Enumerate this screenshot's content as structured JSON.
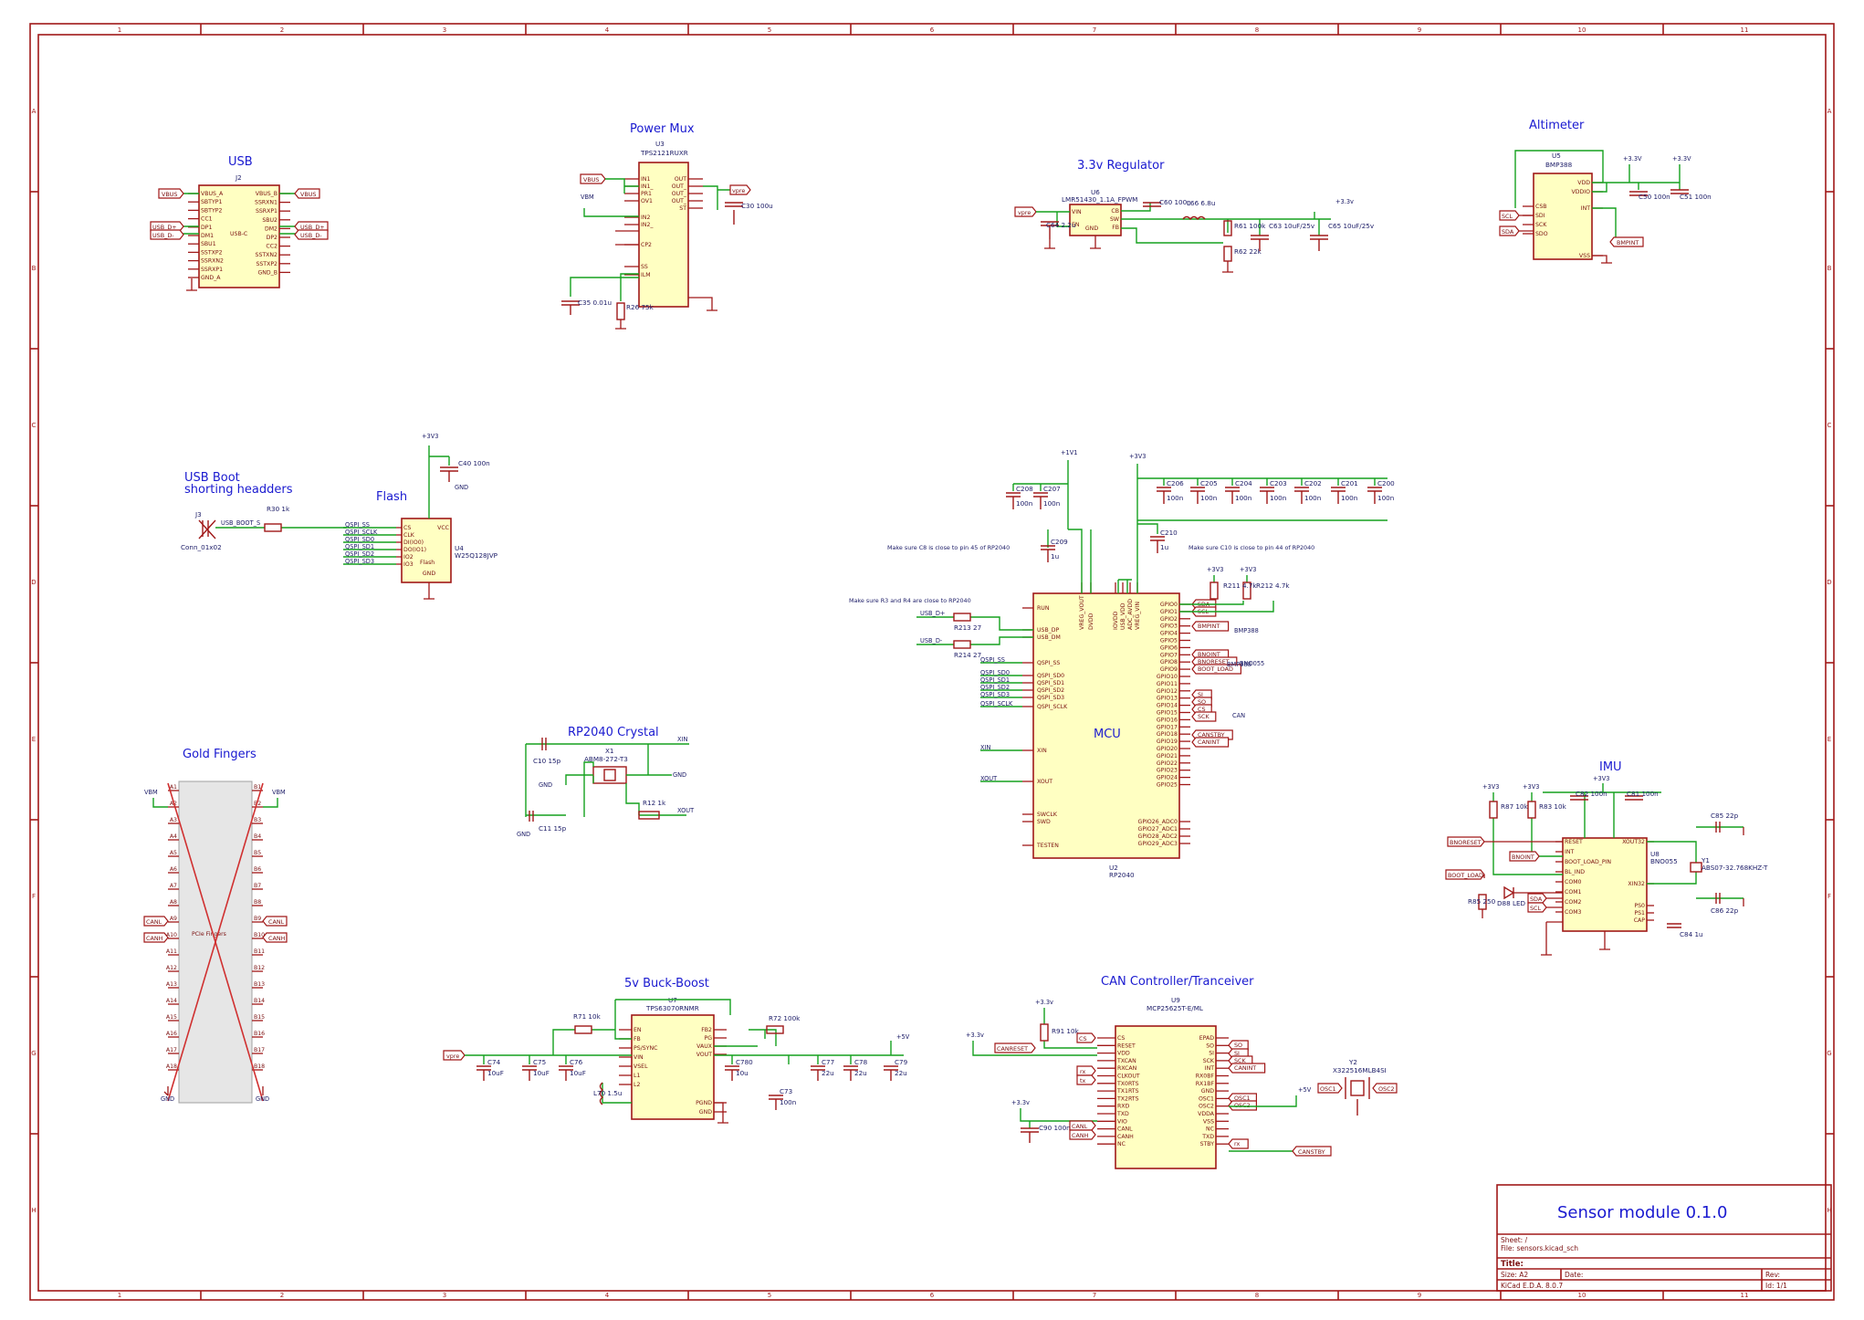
{
  "sections": {
    "usb": "USB",
    "power_mux": "Power Mux",
    "regulator": "3.3v Regulator",
    "altimeter": "Altimeter",
    "usb_boot_line1": "USB Boot",
    "usb_boot_line2": "shorting headders",
    "flash": "Flash",
    "gold_fingers": "Gold Fingers",
    "rp2040_crystal": "RP2040 Crystal",
    "mcu": "MCU",
    "imu": "IMU",
    "buck_boost": "5v Buck-Boost",
    "can": "CAN Controller/Tranceiver"
  },
  "components": {
    "j2": {
      "ref": "J2",
      "value": "USB-C"
    },
    "u3": {
      "ref": "U3",
      "value": "TPS2121RUXR"
    },
    "u6": {
      "ref": "U6",
      "value": "LMR51430_1.1A_FPWM"
    },
    "u5": {
      "ref": "U5",
      "value": "BMP388"
    },
    "u4": {
      "ref": "U4",
      "value": "W25Q128JVP",
      "body": "Flash"
    },
    "u2": {
      "ref": "U2",
      "value": "RP2040"
    },
    "x1": {
      "ref": "X1",
      "value": "ABM8-272-T3"
    },
    "u8": {
      "ref": "U8",
      "value": "BNO055"
    },
    "y1": {
      "ref": "Y1",
      "value": "ABS07-32.768KHZ-T"
    },
    "u7": {
      "ref": "U7",
      "value": "TPS63070RNMR"
    },
    "u9": {
      "ref": "U9",
      "value": "MCP25625T-E/ML"
    },
    "y2": {
      "ref": "Y2",
      "value": "X322516MLB4SI"
    },
    "j3": {
      "ref": "J3",
      "value": "Conn_01x02"
    },
    "pcie": {
      "value": "PCIe Fingers"
    }
  },
  "passives": {
    "c30": "C30 100u",
    "c35": "C35 0.01u",
    "r26": "R26 75k",
    "c64": "C64 2.2u",
    "c60": "C60 100n",
    "l66": "L66 6.8u",
    "r61": "R61 100k",
    "r62": "R62 22k",
    "c63": "C63 10uF/25v",
    "c65": "C65 10uF/25v",
    "c50": "C50 100n",
    "c51": "C51 100n",
    "c40": "C40 100n",
    "r30": "R30 1k",
    "c208": "C208 100n",
    "c207": "C207 100n",
    "c209": "C209 1u",
    "c210": "C210 1u",
    "c206": "C206 100n",
    "c205": "C205 100n",
    "c204": "C204 100n",
    "c203": "C203 100n",
    "c202": "C202 100n",
    "c201": "C201 100n",
    "c200": "C200 100n",
    "r211": "R211 4.7k",
    "r212": "R212 4.7k",
    "r213": "R213 27",
    "r214": "R214 27",
    "c10": "C10 15p",
    "c11": "C11 15p",
    "r12": "R12 1k",
    "r87": "R87 10k",
    "r83": "R83 10k",
    "c82": "C82 100n",
    "c81": "C81 100n",
    "c85": "C85 22p",
    "c86": "C86 22p",
    "c84": "C84 1u",
    "r85": "R85 250",
    "d88": "D88 LED",
    "r71": "R71 10k",
    "r72": "R72 100k",
    "c74": "C74 10uF",
    "c75": "C75 10uF",
    "c76": "C76 10uF",
    "c780": "C780 10u",
    "c73": "C73 100n",
    "c77": "C77 22u",
    "c78": "C78 22u",
    "c79": "C79 22u",
    "l70": "L70 1.5u",
    "r91": "R91 10k",
    "c90": "C90 100n"
  },
  "nets": {
    "vbus": "VBUS",
    "usb_dp": "USB_D+",
    "usb_dm": "USB_D-",
    "vpre": "vpre",
    "vbm": "VBM",
    "p3v3": "+3.3V",
    "p3v3_low": "+3.3v",
    "p3v3_alt": "+3V3",
    "p1v1": "+1V1",
    "p5v": "+5V",
    "gnd": "GND",
    "scl": "SCL",
    "sda": "SDA",
    "bmpint": "BMPINT",
    "qspi_ss": "QSPI_SS",
    "qspi_sclk": "QSPI_SCLK",
    "qspi_sd0": "QSPI_SD0",
    "qspi_sd1": "QSPI_SD1",
    "qspi_sd2": "QSPI_SD2",
    "qspi_sd3": "QSPI_SD3",
    "usb_boot_s": "USB_BOOT_S",
    "xin": "XIN",
    "xout": "XOUT",
    "bnoint": "BNOINT",
    "bnoreset": "BNORESET",
    "boot_load": "BOOT_LOAD",
    "si": "SI",
    "so": "SO",
    "cs": "CS",
    "sck": "SCK",
    "canstby": "CANSTBY",
    "canint": "CANINT",
    "canreset": "CANRESET",
    "canl": "CANL",
    "canh": "CANH",
    "osc1": "OSC1",
    "osc2": "OSC2",
    "mcu_bmp388": "BMP388",
    "mcu_bno055": "BNO055",
    "mcu_can": "CAN",
    "rx": "rx",
    "tx": "tx"
  },
  "notes": {
    "c8_note": "Make sure C8 is close to pin 45 of RP2040",
    "c10_note": "Make sure C10 is close to pin 44 of RP2040",
    "r3r4_note": "Make sure R3 and R4 are close to RP2040"
  },
  "rp2040_left_pins": [
    "RUN",
    "USB_DP",
    "USB_DM",
    "QSPI_SS",
    "QSPI_SD0",
    "QSPI_SD1",
    "QSPI_SD2",
    "QSPI_SD3",
    "QSPI_SCLK",
    "XIN",
    "XOUT",
    "SWCLK",
    "SWD",
    "TESTEN"
  ],
  "rp2040_top_pins": [
    "VREG_VOUT",
    "DVDD",
    "IOVDD",
    "USB_VDD",
    "ADC_AVDD",
    "VREG_VIN"
  ],
  "rp2040_right_pins": [
    "GPIO0",
    "GPIO1",
    "GPIO2",
    "GPIO3",
    "GPIO4",
    "GPIO5",
    "GPIO6",
    "GPIO7",
    "GPIO8",
    "GPIO9",
    "GPIO10",
    "GPIO11",
    "GPIO12",
    "GPIO13",
    "GPIO14",
    "GPIO15",
    "GPIO16",
    "GPIO17",
    "GPIO18",
    "GPIO19",
    "GPIO20",
    "GPIO21",
    "GPIO22",
    "GPIO23",
    "GPIO24",
    "GPIO25",
    "GPIO26_ADC0",
    "GPIO27_ADC1",
    "GPIO28_ADC2",
    "GPIO29_ADC3"
  ],
  "usb_left_pins": [
    "VBUS_A",
    "SBTYP1",
    "SBTYP2",
    "CC1",
    "DP1",
    "DM1",
    "SBU1",
    "SSTXP2",
    "SSRXN2",
    "SSRXP1",
    "GND_A"
  ],
  "usb_right_pins": [
    "VBUS_B",
    "SSRXN1",
    "SSRXP1",
    "SBU2",
    "DM2",
    "DP2",
    "CC2",
    "SSTXN2",
    "SSTXP2",
    "GND_B"
  ],
  "u3_left_pins": [
    "IN1",
    "IN1_",
    "PR1",
    "OV1",
    "IN2",
    "IN2_",
    "CP2",
    "SS",
    "ILM"
  ],
  "u3_right_pins": [
    "OUT",
    "OUT_",
    "OUT_",
    "OUT_",
    "ST"
  ],
  "u6_pins": [
    "VIN",
    "EN",
    "GND",
    "CB",
    "SW",
    "FB"
  ],
  "u5_pins": [
    "VDD",
    "VDDIO",
    "CSB",
    "SDI",
    "SCK",
    "SDO",
    "INT",
    "VSS"
  ],
  "u4_pins": [
    "CS",
    "CLK",
    "DI(IO0)",
    "DO(IO1)",
    "IO2",
    "IO3",
    "VCC",
    "GND"
  ],
  "u8_left_pins": [
    "RESET",
    "INT",
    "BOOT_LOAD_PIN",
    "BL_IND",
    "COM0",
    "COM1",
    "COM2",
    "COM3"
  ],
  "u8_right_pins": [
    "XOUT32",
    "XIN32",
    "PS0",
    "PS1",
    "CAP"
  ],
  "u7_left_pins": [
    "EN",
    "FB",
    "PS/SYNC",
    "VIN",
    "VSEL",
    "L1",
    "L2"
  ],
  "u7_right_pins": [
    "FB2",
    "PG",
    "VAUX",
    "VOUT",
    "PGND",
    "GND"
  ],
  "u9_left_pins": [
    "CS",
    "RESET",
    "VDD",
    "TXCAN",
    "RXCAN",
    "CLKOUT",
    "TX0RTS",
    "TX1RTS",
    "TX2RTS",
    "RXD",
    "TXD",
    "VIO",
    "CANL",
    "CANH",
    "NC"
  ],
  "u9_right_pins": [
    "EPAD",
    "SO",
    "SI",
    "SCK",
    "INT",
    "RX0BF",
    "RX1BF",
    "GND",
    "OSC1",
    "OSC2",
    "VDDA",
    "VSS",
    "NC",
    "TXD",
    "STBY"
  ],
  "gold_pins_left": [
    "A1",
    "A2",
    "A3",
    "A4",
    "A5",
    "A6",
    "A7",
    "A8",
    "A9",
    "A10",
    "A11",
    "A12",
    "A13",
    "A14",
    "A15",
    "A16",
    "A17",
    "A18"
  ],
  "gold_pins_right": [
    "B1",
    "B2",
    "B3",
    "B4",
    "B5",
    "B6",
    "B7",
    "B8",
    "B9",
    "B10",
    "B11",
    "B12",
    "B13",
    "B14",
    "B15",
    "B16",
    "B17",
    "B18"
  ],
  "border": {
    "cols": [
      "1",
      "2",
      "3",
      "4",
      "5",
      "6",
      "7",
      "8",
      "9",
      "10",
      "11"
    ],
    "rows": [
      "A",
      "B",
      "C",
      "D",
      "E",
      "F",
      "G",
      "H"
    ]
  },
  "title_block": {
    "project": "Sensor module 0.1.0",
    "sheet": "Sheet: /",
    "file": "File: sensors.kicad_sch",
    "title_label": "Title:",
    "size": "Size: A2",
    "date": "Date:",
    "rev": "Rev:",
    "tool": "KiCad E.D.A. 8.0.7",
    "id": "Id: 1/1"
  }
}
